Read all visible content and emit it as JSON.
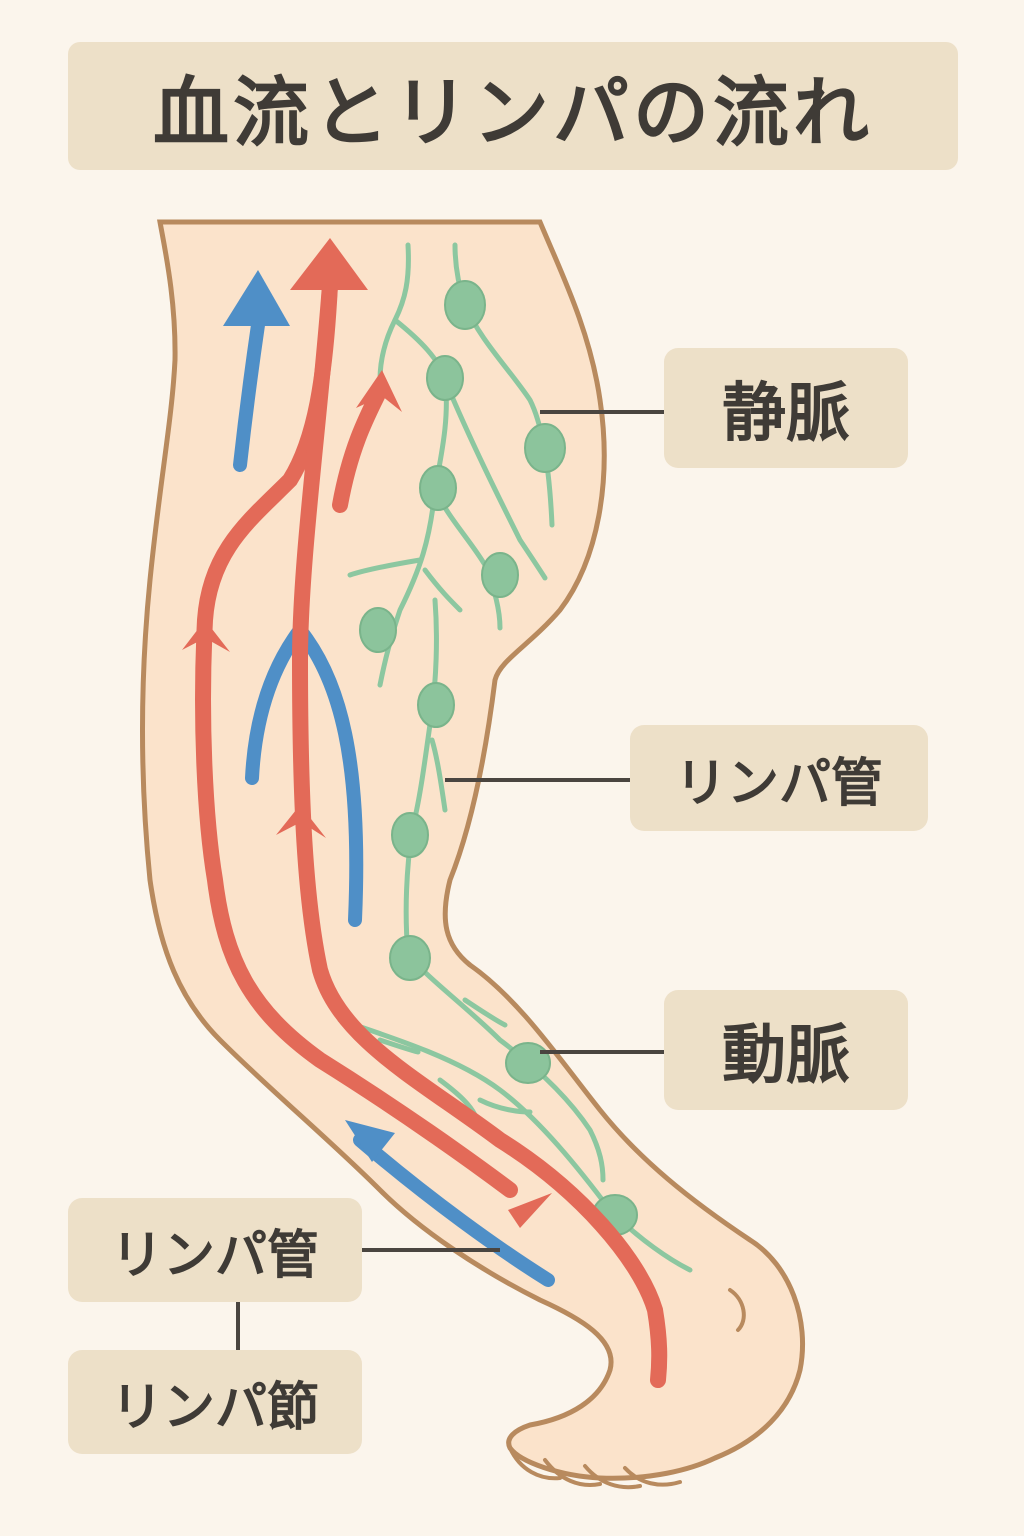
{
  "title": "血流とリンパの流れ",
  "labels": {
    "vein": "静脈",
    "lymph_vessel": "リンパ管",
    "artery": "動脈",
    "lymph_vessel_bottom": "リンパ管",
    "lymph_node": "リンパ節"
  },
  "colors": {
    "background": "#fbf5ec",
    "label_bg": "#ede0c8",
    "skin": "#fbe3cb",
    "outline": "#b88a5e",
    "artery": "#e36a58",
    "vein": "#4f8fc7",
    "lymph": "#8cc7a0",
    "lymph_node": "#8cc49c",
    "leader": "#4a4540"
  }
}
